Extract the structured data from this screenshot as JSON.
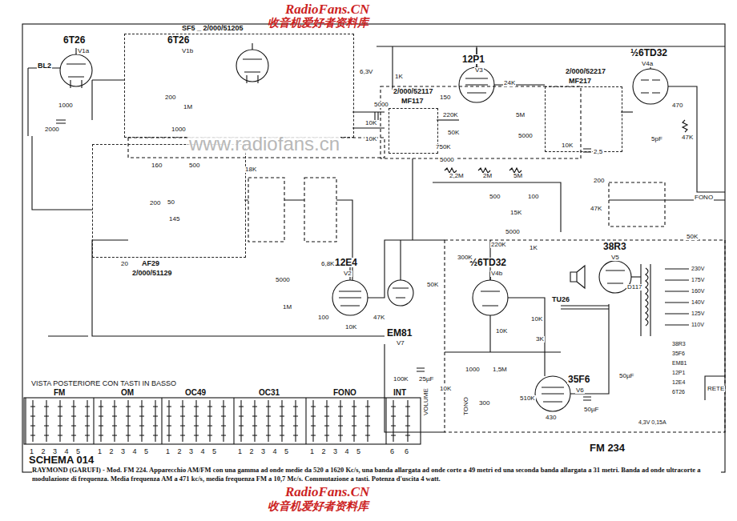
{
  "diagram": {
    "caption": "RAYMOND (GARUFI) - Mod. FM 224. Apparecchio AM/FM con una gamma ad onde medie da 520 a 1620 Kc/s, una banda allargata ad onde corte a 49 metri ed una seconda banda allargata a 31 metri. Banda ad onde ultracorte a modulazione di frequenza. Media frequenza AM a 471 kc/s, media frequenza FM a 10,7 Mc/s. Commutazione a tasti. Potenza d'uscita 4 watt.",
    "nodes": [
      {
        "text": [
          "SF5 _ 2/000/51205"
        ]
      },
      {
        "text": [
          "AF29",
          "2/000/51129"
        ]
      },
      {
        "text": [
          "2/000/52117",
          "MF117"
        ]
      },
      {
        "text": [
          "2/000/52217",
          "MF217"
        ]
      }
    ],
    "labels": [
      "RadioFans.CN",
      "收音机爱好者资料库",
      "RadioFans.CN",
      "收音机爱好者资料库",
      "www.radiofans.cn",
      "6T26",
      "V1a",
      "6T26",
      "V1b",
      "12P1",
      "V3",
      "½6TD32",
      "V4a",
      "12E4",
      "V2",
      "EM81",
      "V7",
      "½6TD32",
      "V4b",
      "38R3",
      "V5",
      "35F6",
      "V6",
      "BL2",
      "6,3V",
      "1K",
      "5000",
      "150",
      "220K",
      "24K",
      "50K",
      "750K",
      "5000",
      "5M",
      "5000",
      "10K",
      "10K",
      "10K",
      "2,5",
      "470",
      "5pF",
      "47K",
      "2,2M",
      "2M",
      "5M",
      "200",
      "47K",
      "500",
      "100",
      "15K",
      "5000",
      "FONO",
      "50K",
      "2000",
      "200",
      "1000",
      "1000",
      "1M",
      "160",
      "500",
      "18K",
      "200",
      "50",
      "145",
      "20",
      "5000",
      "6,8K",
      "1M",
      "100",
      "10K",
      "47K",
      "300K",
      "220K",
      "1K",
      "10K",
      "3K",
      "10K",
      "50K",
      "100K",
      "25µF",
      "1000",
      "1,5M",
      "10K",
      "300",
      "510K",
      "430",
      "50µF",
      "50µF",
      "TU26",
      "D117",
      "230V",
      "175V",
      "160V",
      "140V",
      "125V",
      "110V",
      "38R3",
      "35F6",
      "EM81",
      "12P1",
      "12E4",
      "6T26",
      "RETE",
      "4,3V 0,15A",
      "VOLUME",
      "TONO",
      "VISTA POSTERIORE CON TASTI IN BASSO",
      "FM",
      "OM",
      "OC49",
      "OC31",
      "FONO",
      "INT",
      "1 2 3 4 5",
      "1 2 3 4 5",
      "1 2 3 4 5",
      "1 2 3 4 5",
      "1 2 3 4 5",
      "6",
      "6",
      "SCHEMA 014",
      "FM 234"
    ]
  }
}
